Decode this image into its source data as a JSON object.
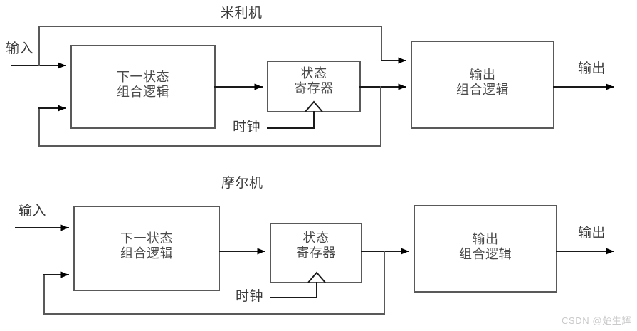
{
  "figure": {
    "watermark": "CSDN @楚生辉"
  },
  "diagrams": [
    {
      "id": "mealy",
      "title": "米利机",
      "ports": {
        "input_label": "输入",
        "output_label": "输出",
        "clock_label": "时钟"
      },
      "blocks": [
        {
          "id": "next-state-logic",
          "line1": "下一状态",
          "line2": "组合逻辑"
        },
        {
          "id": "state-register",
          "line1": "状态",
          "line2": "寄存器"
        },
        {
          "id": "output-logic",
          "line1": "输出",
          "line2": "组合逻辑"
        }
      ]
    },
    {
      "id": "moore",
      "title": "摩尔机",
      "ports": {
        "input_label": "输入",
        "output_label": "输出",
        "clock_label": "时钟"
      },
      "blocks": [
        {
          "id": "next-state-logic",
          "line1": "下一状态",
          "line2": "组合逻辑"
        },
        {
          "id": "state-register",
          "line1": "状态",
          "line2": "寄存器"
        },
        {
          "id": "output-logic",
          "line1": "输出",
          "line2": "组合逻辑"
        }
      ]
    }
  ],
  "colors": {
    "box_stroke": "#595959",
    "wire": "#1a1a1a",
    "text": "#3a3a3a",
    "background": "#ffffff",
    "watermark": "#c9c9c9"
  }
}
